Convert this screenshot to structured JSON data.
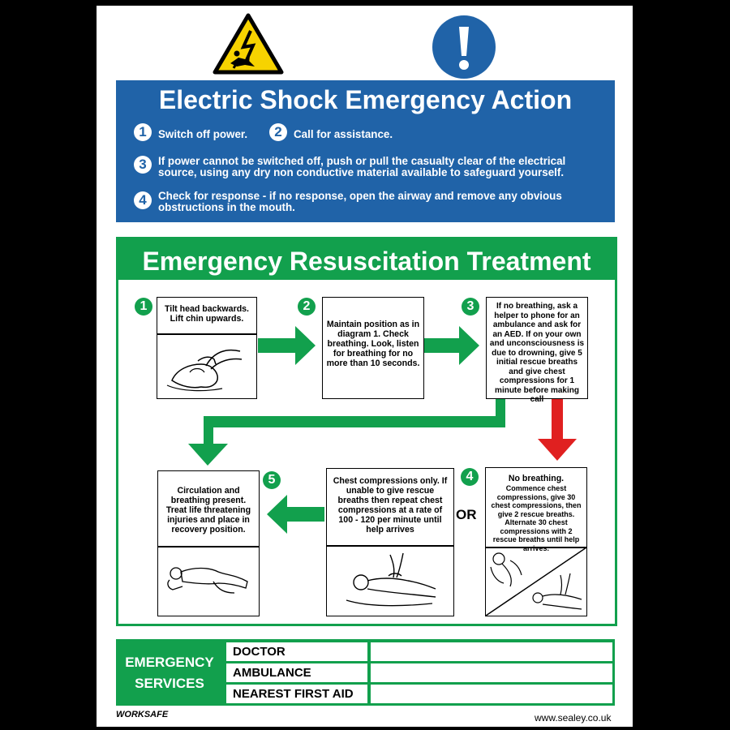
{
  "icons": {
    "warning": "electric-shock-warning-icon",
    "mandatory": "exclamation-mandatory-icon"
  },
  "colors": {
    "blue": "#2063a8",
    "green": "#12a04d",
    "red": "#e02020",
    "yellow": "#f7d300"
  },
  "shock": {
    "title": "Electric Shock Emergency Action",
    "steps": [
      {
        "num": "1",
        "text": "Switch off power."
      },
      {
        "num": "2",
        "text": "Call for assistance."
      },
      {
        "num": "3",
        "text": "If power cannot be switched off, push or pull the casualty clear of the electrical source, using any dry non conductive material available to safeguard yourself."
      },
      {
        "num": "4",
        "text": "Check for response - if no response, open the airway and remove any obvious obstructions in the mouth."
      }
    ]
  },
  "resus": {
    "title": "Emergency Resuscitation Treatment",
    "steps": [
      {
        "num": "1",
        "text": "Tilt head backwards. Lift chin upwards."
      },
      {
        "num": "2",
        "text": "Maintain position as in diagram 1. Check breathing. Look, listen for breathing for no more than 10 seconds."
      },
      {
        "num": "3",
        "text": "If no breathing, ask a helper to phone for an ambulance and ask for an AED. If on your own and unconsciousness is due to drowning, give 5 initial rescue breaths and give chest compressions for 1 minute before making call"
      },
      {
        "num": "4",
        "title": "No breathing.",
        "text": "Commence chest compressions, give 30 chest compressions, then give 2 rescue breaths. Alternate 30 chest compressions with 2 rescue breaths until help arrives."
      },
      {
        "num": "5",
        "text": "Circulation and breathing present. Treat life threatening injuries and place in recovery position."
      }
    ],
    "alt": {
      "text": "Chest compressions only. If unable to give rescue breaths then repeat chest compressions at a rate of 100 - 120 per minute until help arrives"
    },
    "or_label": "OR"
  },
  "services": {
    "label_line1": "EMERGENCY",
    "label_line2": "SERVICES",
    "rows": [
      "DOCTOR",
      "AMBULANCE",
      "NEAREST FIRST AID"
    ]
  },
  "footer": {
    "brand": "WORKSAFE",
    "url": "www.sealey.co.uk"
  }
}
